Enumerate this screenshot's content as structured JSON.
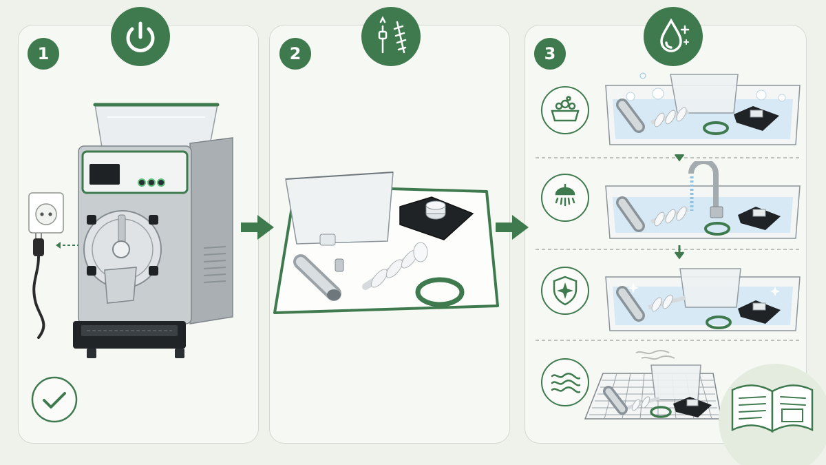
{
  "steps": [
    {
      "number": "1",
      "icon": "power-icon",
      "status_icon": "check-icon"
    },
    {
      "number": "2",
      "icon": "disassembly-tools-icon"
    },
    {
      "number": "3",
      "icon": "water-drop-sparkle-icon",
      "substeps": [
        {
          "icon": "soapy-basin-icon"
        },
        {
          "icon": "shower-rinse-icon"
        },
        {
          "icon": "sanitize-shield-icon"
        },
        {
          "icon": "air-dry-icon"
        }
      ]
    }
  ],
  "manual_icon": "open-book-icon",
  "colors": {
    "accent": "#3f7a4e",
    "panel": "#f6f8f3",
    "background": "#eef2ea",
    "water": "#d6e9f4"
  }
}
